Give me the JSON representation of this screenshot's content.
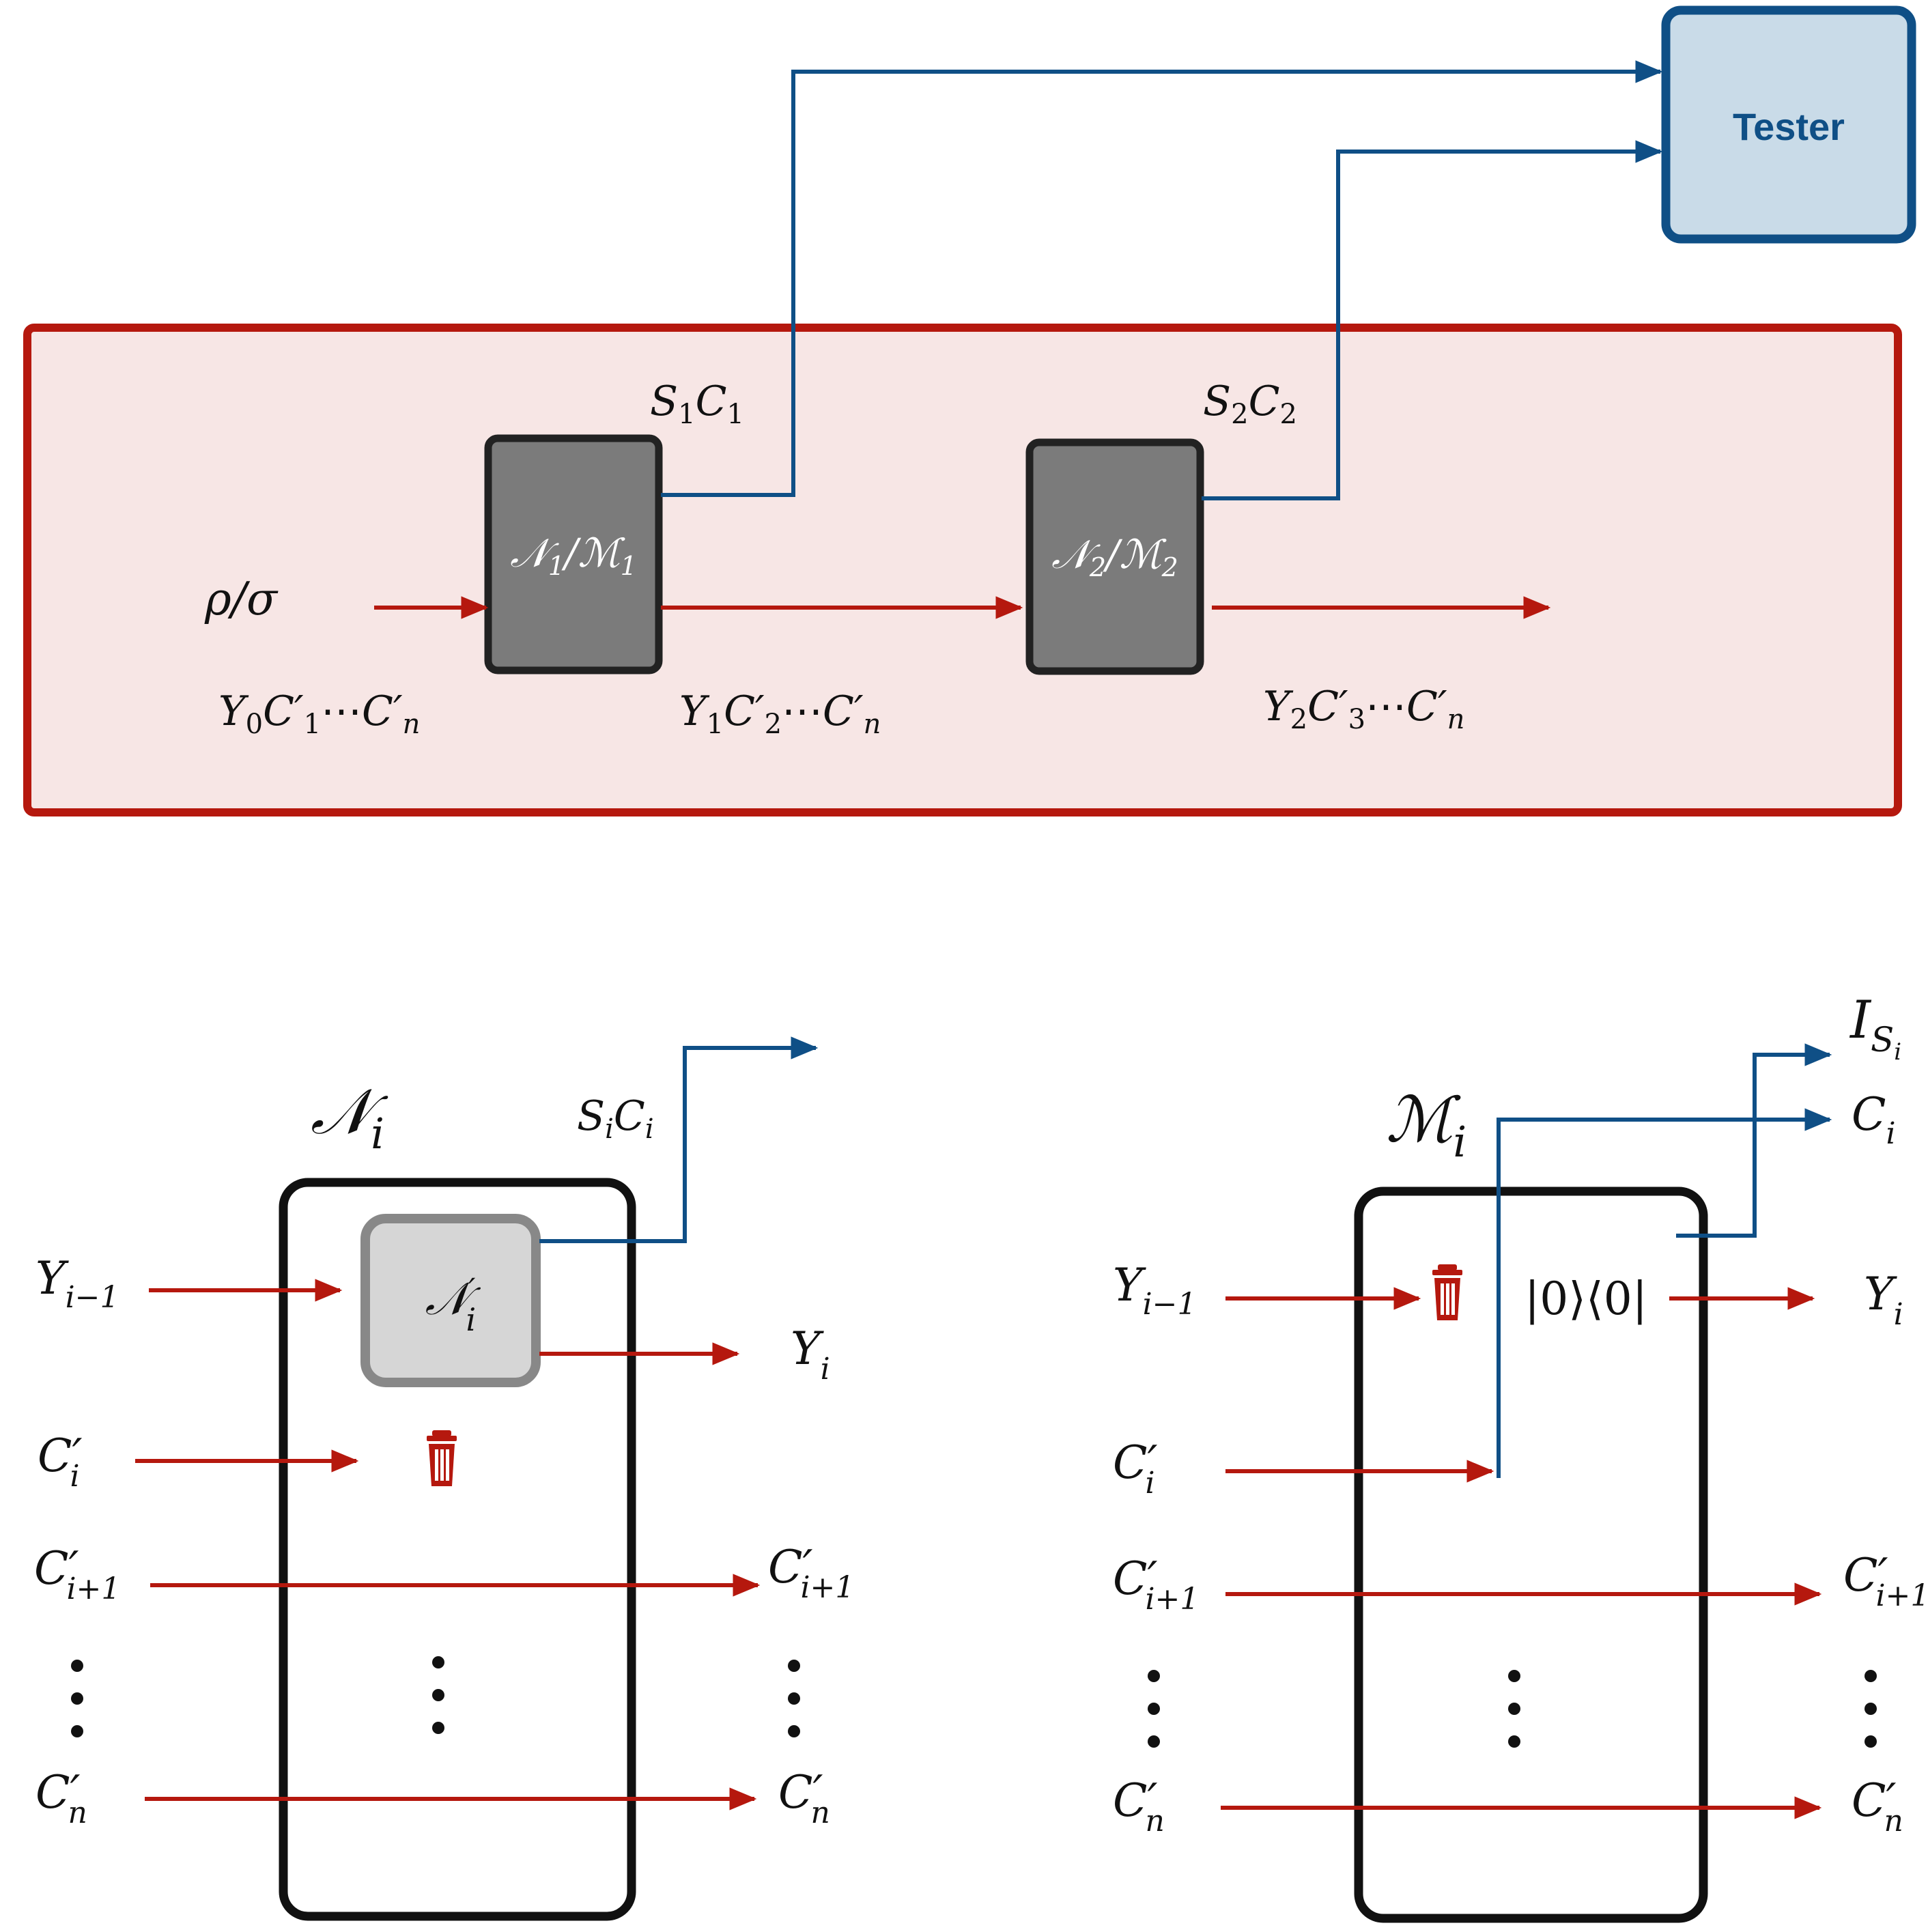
{
  "colors": {
    "red": "#b5180e",
    "blue": "#0f4f86",
    "red_fill": "#f7e6e5",
    "gray_box": "#7b7b7b",
    "light_gray": "#d6d6d6",
    "tester_fill": "#c9dbe8"
  },
  "tester": {
    "label": "Tester"
  },
  "top": {
    "input_label": "ρ/σ",
    "input_wires": {
      "base": "Y",
      "sub": "0",
      "rest": "C′",
      "rest_sub": "1",
      "dots": "⋯",
      "last": "C′",
      "last_sub": "n"
    },
    "box1": {
      "calN": "𝒩",
      "sub1": "1",
      "slash": "/",
      "calM": "ℳ",
      "sub2": "1"
    },
    "box2": {
      "calN": "𝒩",
      "sub1": "2",
      "slash": "/",
      "calM": "ℳ",
      "sub2": "2"
    },
    "side_out1": {
      "a": "S",
      "a_sub": "1",
      "b": "C",
      "b_sub": "1"
    },
    "side_out2": {
      "a": "S",
      "a_sub": "2",
      "b": "C",
      "b_sub": "2"
    },
    "mid_wires": {
      "base": "Y",
      "sub": "1",
      "rest": "C′",
      "rest_sub": "2",
      "dots": "⋯",
      "last": "C′",
      "last_sub": "n"
    },
    "out_wires": {
      "base": "Y",
      "sub": "2",
      "rest": "C′",
      "rest_sub": "3",
      "dots": "⋯",
      "last": "C′",
      "last_sub": "n"
    }
  },
  "left": {
    "title": {
      "sym": "𝒩",
      "sub": "i"
    },
    "inner": {
      "sym": "𝒩",
      "prime": "′",
      "sub": "i"
    },
    "side_out": {
      "a": "S",
      "a_sub": "i",
      "b": "C",
      "b_sub": "i"
    },
    "in_y": {
      "base": "Y",
      "sub": "i−1"
    },
    "out_y": {
      "base": "Y",
      "sub": "i"
    },
    "in_c": {
      "base": "C′",
      "sub": "i"
    },
    "in_c_next": {
      "base": "C′",
      "sub": "i+1"
    },
    "out_c_next": {
      "base": "C′",
      "sub": "i+1"
    },
    "in_cn": {
      "base": "C′",
      "sub": "n"
    },
    "out_cn": {
      "base": "C′",
      "sub": "n"
    },
    "trash_icon": "trash-icon"
  },
  "right": {
    "title": {
      "sym": "ℳ",
      "sub": "i"
    },
    "state": "|0⟩⟨0|",
    "out_i": {
      "base": "I",
      "sub": "S",
      "subsub": "i"
    },
    "out_c": {
      "base": "C",
      "sub": "i"
    },
    "in_y": {
      "base": "Y",
      "sub": "i−1"
    },
    "out_y": {
      "base": "Y",
      "sub": "i"
    },
    "in_c": {
      "base": "C′",
      "sub": "i"
    },
    "in_c_next": {
      "base": "C′",
      "sub": "i+1"
    },
    "out_c_next": {
      "base": "C′",
      "sub": "i+1"
    },
    "in_cn": {
      "base": "C′",
      "sub": "n"
    },
    "out_cn": {
      "base": "C′",
      "sub": "n"
    },
    "trash_icon": "trash-icon"
  }
}
